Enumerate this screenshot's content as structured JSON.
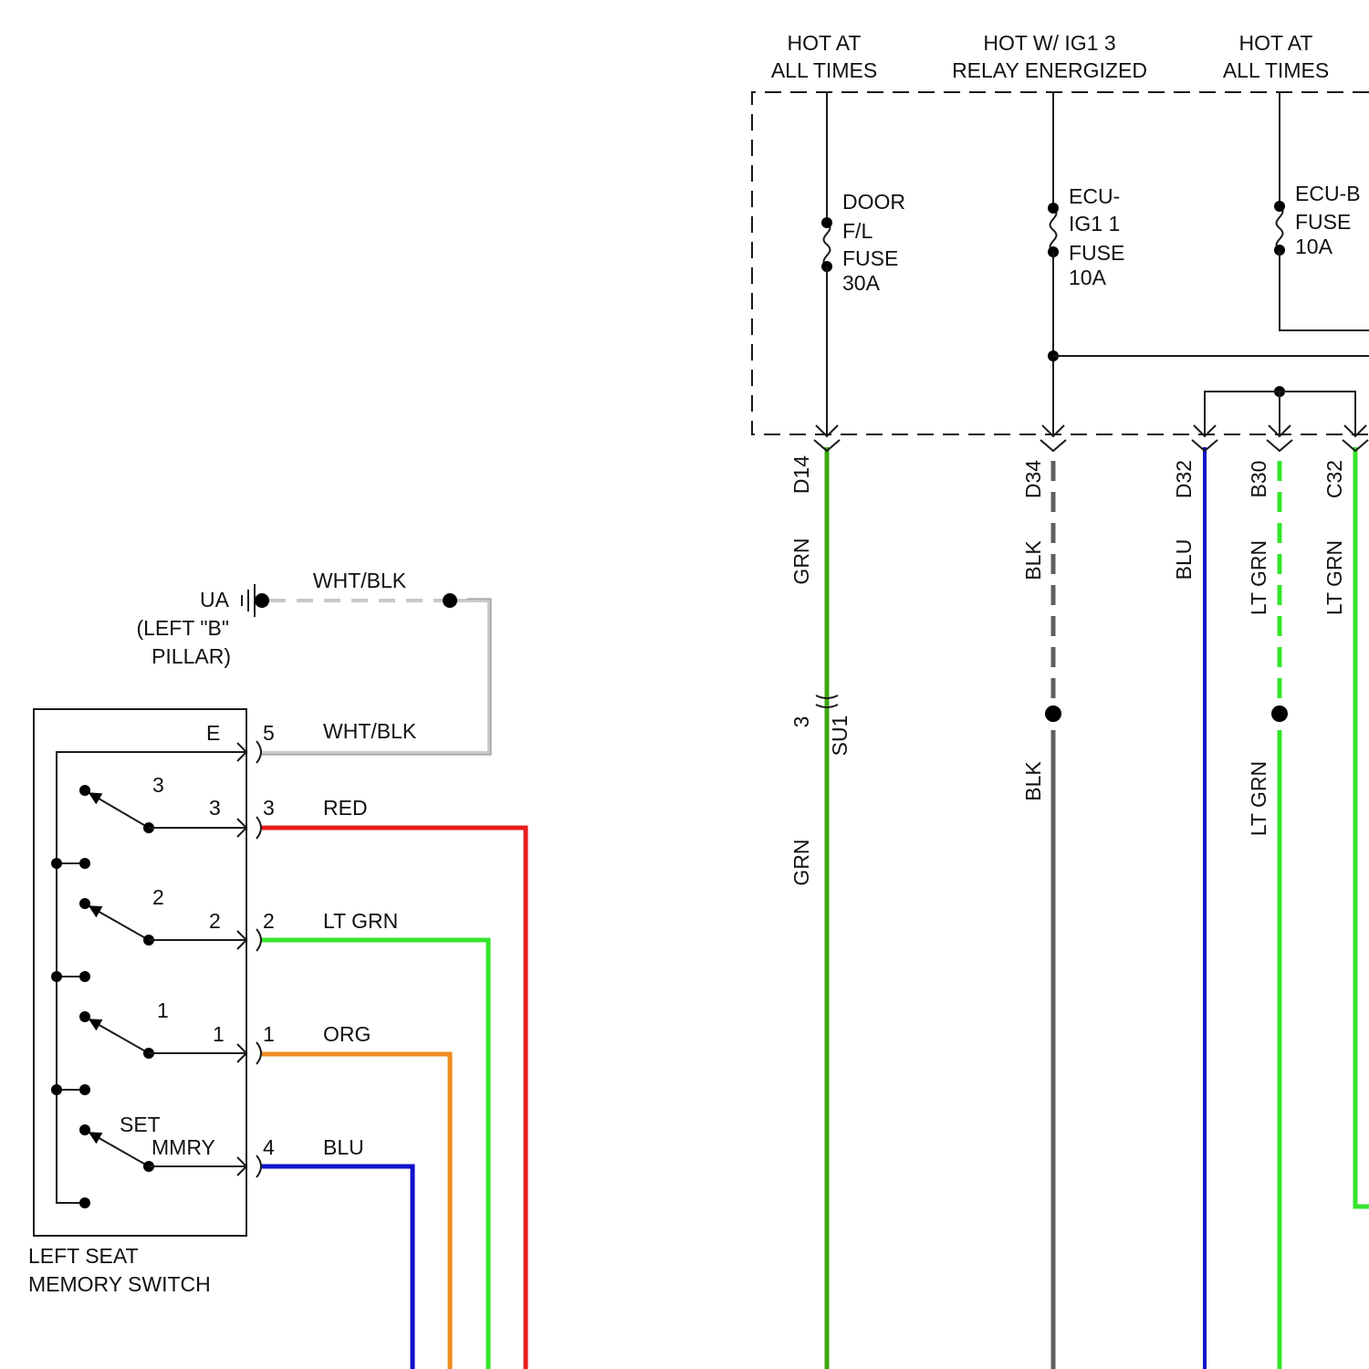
{
  "colors": {
    "grn": "#3aa70c",
    "blk": "#5f5f5f",
    "blu": "#1111cc",
    "lt_grn": "#33e62b",
    "red": "#e81c1c",
    "org": "#ee8c1e",
    "wht_blk": "#c8c8c8",
    "line": "#1a1a1a"
  },
  "power": {
    "door": {
      "hot_1": "HOT AT",
      "hot_2": "ALL TIMES",
      "fuse": [
        "DOOR",
        "F/L",
        "FUSE",
        "30A"
      ]
    },
    "ecu_ig1": {
      "hot_1": "HOT W/ IG1 3",
      "hot_2": "RELAY ENERGIZED",
      "fuse": [
        "ECU-",
        "IG1 1",
        "FUSE",
        "10A"
      ]
    },
    "ecu_b": {
      "hot_1": "HOT AT",
      "hot_2": "ALL TIMES",
      "fuse": [
        "ECU-B",
        "FUSE",
        "10A"
      ]
    }
  },
  "connectors": {
    "d14": "D14",
    "d34": "D34",
    "d32": "D32",
    "b30": "B30",
    "c32": "C32",
    "su1": "SU1",
    "su1_pin": "3"
  },
  "wires": {
    "grn_top": "GRN",
    "grn_bottom": "GRN",
    "blk_top": "BLK",
    "blk_bottom": "BLK",
    "blu": "BLU",
    "lt_grn_b30_top": "LT GRN",
    "lt_grn_b30_bottom": "LT GRN",
    "lt_grn_c32": "LT GRN"
  },
  "ground": {
    "wire": "WHT/BLK",
    "label_1": "UA",
    "label_2": "(LEFT \"B\"",
    "label_3": "PILLAR)"
  },
  "switch": {
    "title_1": "LEFT SEAT",
    "title_2": "MEMORY SWITCH",
    "e_label": "E",
    "sw3_top": "3",
    "sw3_out": "3",
    "sw2_top": "2",
    "sw2_out": "2",
    "sw1_top": "1",
    "sw1_out": "1",
    "set_label": "SET",
    "mmry_label": "MMRY",
    "pins": [
      {
        "pin": "5",
        "wire": "WHT/BLK"
      },
      {
        "pin": "3",
        "wire": "RED"
      },
      {
        "pin": "2",
        "wire": "LT GRN"
      },
      {
        "pin": "1",
        "wire": "ORG"
      },
      {
        "pin": "4",
        "wire": "BLU"
      }
    ]
  }
}
